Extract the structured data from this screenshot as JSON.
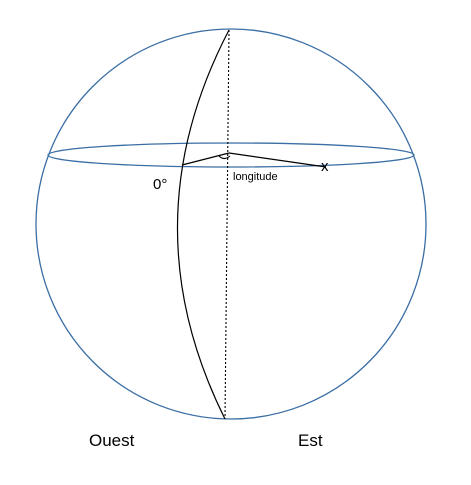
{
  "labels": {
    "zero_degree": "0°",
    "longitude": "longitude",
    "point": "x",
    "west": "Ouest",
    "east": "Est"
  },
  "colors": {
    "sphere_outline": "#3a6ea5",
    "equator": "#3a6ea5",
    "meridian": "#000000",
    "axis": "#000000",
    "text": "#000000"
  }
}
